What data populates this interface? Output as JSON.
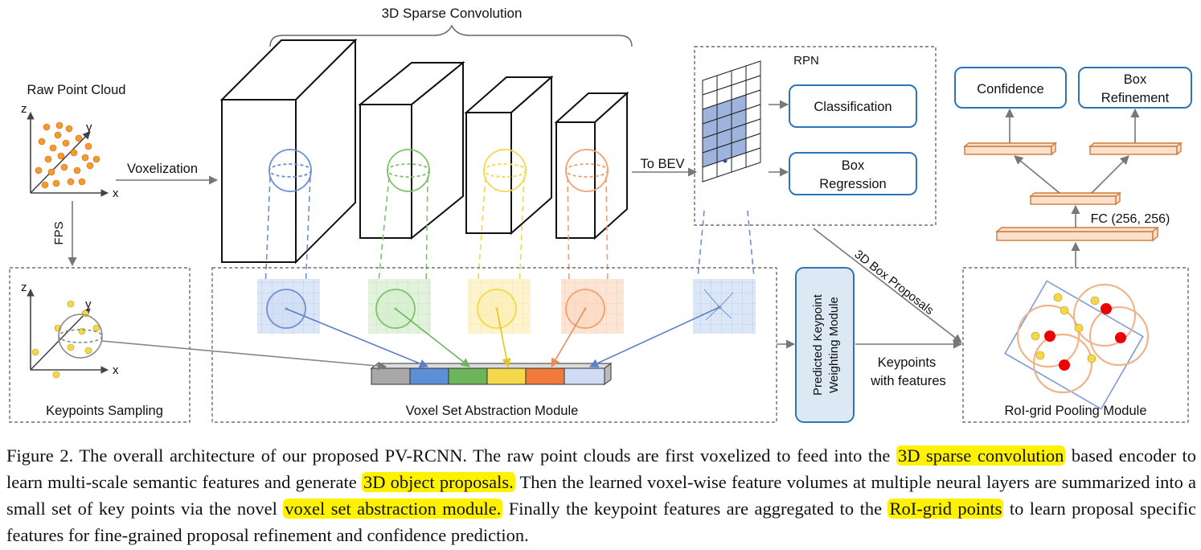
{
  "labels": {
    "sparse_conv": "3D Sparse Convolution",
    "raw_point_cloud": "Raw Point Cloud",
    "voxelization": "Voxelization",
    "fps": "FPS",
    "keypoints_sampling": "Keypoints Sampling",
    "to_bev": "To BEV",
    "rpn": "RPN",
    "classification": "Classification",
    "box_regression_1": "Box",
    "box_regression_2": "Regression",
    "vsa_module": "Voxel Set Abstraction Module",
    "pkw_1": "Predicted Keypoint",
    "pkw_2": "Weighting Module",
    "keypoints_feat_1": "Keypoints",
    "keypoints_feat_2": "with features",
    "box_proposals": "3D Box Proposals",
    "roi_pool": "RoI-grid Pooling Module",
    "confidence": "Confidence",
    "box_refine_1": "Box",
    "box_refine_2": "Refinement",
    "fc": "FC (256, 256)",
    "axis_x": "x",
    "axis_y": "y",
    "axis_z": "z"
  },
  "colors": {
    "blue": "#6f8fd0",
    "green": "#7cc36a",
    "yellow": "#f5d84a",
    "orange": "#f0a070",
    "grey": "#888888",
    "point": "#f59a30",
    "keypoint": "#f5d84a",
    "red": "#ee0000",
    "box_border": "#2e75b6",
    "fc_fill": "#fbe0cc",
    "fc_border": "#d07a3a",
    "highlight": "#fff200"
  },
  "caption": {
    "part1": "Figure 2. The overall architecture of our proposed PV-RCNN. The raw point clouds are first voxelized to feed into the ",
    "hl1": "3D sparse convolution",
    "part2": " based encoder to learn multi-scale semantic features and generate ",
    "hl2": "3D object proposals.",
    "part3": " Then the learned voxel-wise feature volumes at multiple neural layers are summarized into a small set of key points via the novel ",
    "hl3": "voxel set abstraction module.",
    "part4": " Finally the keypoint features are aggregated to the ",
    "hl4": "RoI-grid points",
    "part5": " to learn proposal specific features for fine-grained proposal refinement and confidence prediction."
  }
}
